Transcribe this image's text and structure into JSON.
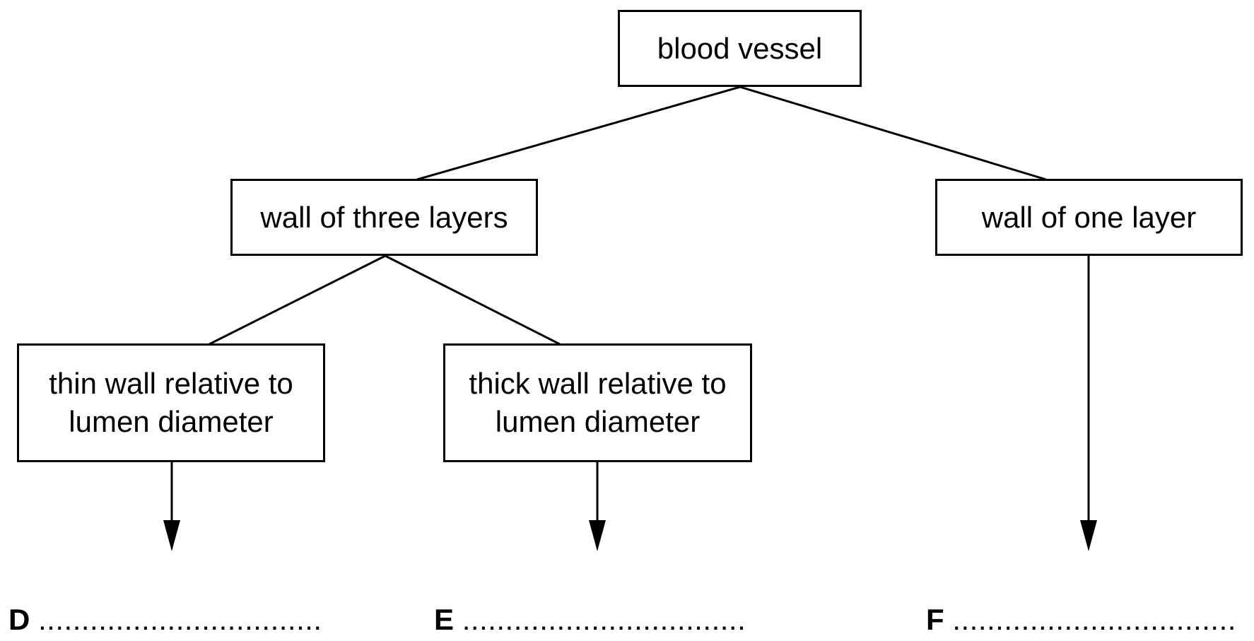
{
  "diagram": {
    "nodes": {
      "root": "blood vessel",
      "three_layers": "wall of three layers",
      "one_layer": "wall of one layer",
      "thin_wall": "thin wall relative to\nlumen diameter",
      "thick_wall": "thick wall relative to\nlumen diameter"
    },
    "answers": {
      "d": {
        "letter": "D",
        "blank": "................................."
      },
      "e": {
        "letter": "E",
        "blank": "................................."
      },
      "f": {
        "letter": "F",
        "blank": "................................."
      }
    }
  }
}
